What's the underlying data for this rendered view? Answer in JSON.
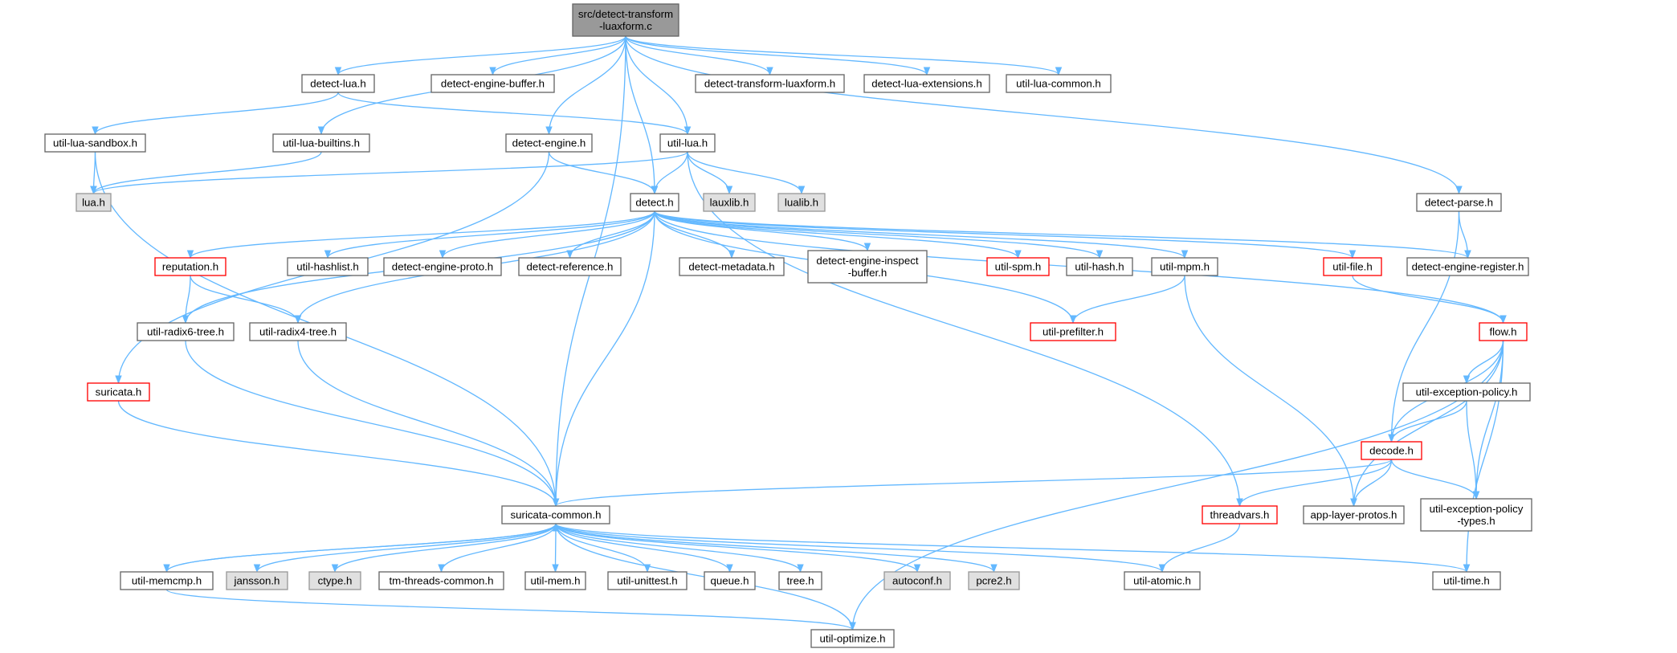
{
  "diagram": {
    "type": "include-dependency-graph",
    "colors": {
      "edge": "#63b8ff",
      "root_fill": "#999999",
      "normal_fill": "#ffffff",
      "normal_border": "#666666",
      "system_fill": "#e0e0e0",
      "system_border": "#999999",
      "truncated_border": "#ff0000"
    },
    "nodes": [
      {
        "id": "root",
        "lines": [
          "src/detect-transform",
          "-luaxform.c"
        ],
        "style": "root"
      },
      {
        "id": "detect_lua_h",
        "lines": [
          "detect-lua.h"
        ],
        "style": "normal"
      },
      {
        "id": "detect_engine_buffer_h",
        "lines": [
          "detect-engine-buffer.h"
        ],
        "style": "normal"
      },
      {
        "id": "detect_transform_luaxform_h",
        "lines": [
          "detect-transform-luaxform.h"
        ],
        "style": "normal"
      },
      {
        "id": "detect_lua_extensions_h",
        "lines": [
          "detect-lua-extensions.h"
        ],
        "style": "normal"
      },
      {
        "id": "util_lua_common_h",
        "lines": [
          "util-lua-common.h"
        ],
        "style": "normal"
      },
      {
        "id": "util_lua_sandbox_h",
        "lines": [
          "util-lua-sandbox.h"
        ],
        "style": "normal"
      },
      {
        "id": "util_lua_builtins_h",
        "lines": [
          "util-lua-builtins.h"
        ],
        "style": "normal"
      },
      {
        "id": "detect_engine_h",
        "lines": [
          "detect-engine.h"
        ],
        "style": "normal"
      },
      {
        "id": "util_lua_h",
        "lines": [
          "util-lua.h"
        ],
        "style": "normal"
      },
      {
        "id": "lua_h",
        "lines": [
          "lua.h"
        ],
        "style": "system"
      },
      {
        "id": "detect_h",
        "lines": [
          "detect.h"
        ],
        "style": "normal"
      },
      {
        "id": "lauxlib_h",
        "lines": [
          "lauxlib.h"
        ],
        "style": "system"
      },
      {
        "id": "lualib_h",
        "lines": [
          "lualib.h"
        ],
        "style": "system"
      },
      {
        "id": "detect_parse_h",
        "lines": [
          "detect-parse.h"
        ],
        "style": "normal"
      },
      {
        "id": "reputation_h",
        "lines": [
          "reputation.h"
        ],
        "style": "truncated"
      },
      {
        "id": "util_hashlist_h",
        "lines": [
          "util-hashlist.h"
        ],
        "style": "normal"
      },
      {
        "id": "detect_engine_proto_h",
        "lines": [
          "detect-engine-proto.h"
        ],
        "style": "normal"
      },
      {
        "id": "detect_reference_h",
        "lines": [
          "detect-reference.h"
        ],
        "style": "normal"
      },
      {
        "id": "detect_metadata_h",
        "lines": [
          "detect-metadata.h"
        ],
        "style": "normal"
      },
      {
        "id": "detect_engine_inspect_buffer_h",
        "lines": [
          "detect-engine-inspect",
          "-buffer.h"
        ],
        "style": "normal"
      },
      {
        "id": "util_spm_h",
        "lines": [
          "util-spm.h"
        ],
        "style": "truncated"
      },
      {
        "id": "util_hash_h",
        "lines": [
          "util-hash.h"
        ],
        "style": "normal"
      },
      {
        "id": "util_mpm_h",
        "lines": [
          "util-mpm.h"
        ],
        "style": "normal"
      },
      {
        "id": "util_file_h",
        "lines": [
          "util-file.h"
        ],
        "style": "truncated"
      },
      {
        "id": "detect_engine_register_h",
        "lines": [
          "detect-engine-register.h"
        ],
        "style": "normal"
      },
      {
        "id": "util_radix6_tree_h",
        "lines": [
          "util-radix6-tree.h"
        ],
        "style": "normal"
      },
      {
        "id": "util_radix4_tree_h",
        "lines": [
          "util-radix4-tree.h"
        ],
        "style": "normal"
      },
      {
        "id": "util_prefilter_h",
        "lines": [
          "util-prefilter.h"
        ],
        "style": "truncated"
      },
      {
        "id": "flow_h",
        "lines": [
          "flow.h"
        ],
        "style": "truncated"
      },
      {
        "id": "suricata_h",
        "lines": [
          "suricata.h"
        ],
        "style": "truncated"
      },
      {
        "id": "util_exception_policy_h",
        "lines": [
          "util-exception-policy.h"
        ],
        "style": "normal"
      },
      {
        "id": "decode_h",
        "lines": [
          "decode.h"
        ],
        "style": "truncated"
      },
      {
        "id": "suricata_common_h",
        "lines": [
          "suricata-common.h"
        ],
        "style": "normal"
      },
      {
        "id": "threadvars_h",
        "lines": [
          "threadvars.h"
        ],
        "style": "truncated"
      },
      {
        "id": "app_layer_protos_h",
        "lines": [
          "app-layer-protos.h"
        ],
        "style": "normal"
      },
      {
        "id": "util_exception_policy_types_h",
        "lines": [
          "util-exception-policy",
          "-types.h"
        ],
        "style": "normal"
      },
      {
        "id": "util_memcmp_h",
        "lines": [
          "util-memcmp.h"
        ],
        "style": "normal"
      },
      {
        "id": "jansson_h",
        "lines": [
          "jansson.h"
        ],
        "style": "system"
      },
      {
        "id": "ctype_h",
        "lines": [
          "ctype.h"
        ],
        "style": "system"
      },
      {
        "id": "tm_threads_common_h",
        "lines": [
          "tm-threads-common.h"
        ],
        "style": "normal"
      },
      {
        "id": "util_mem_h",
        "lines": [
          "util-mem.h"
        ],
        "style": "normal"
      },
      {
        "id": "util_unittest_h",
        "lines": [
          "util-unittest.h"
        ],
        "style": "normal"
      },
      {
        "id": "queue_h",
        "lines": [
          "queue.h"
        ],
        "style": "normal"
      },
      {
        "id": "tree_h",
        "lines": [
          "tree.h"
        ],
        "style": "normal"
      },
      {
        "id": "autoconf_h",
        "lines": [
          "autoconf.h"
        ],
        "style": "system"
      },
      {
        "id": "pcre2_h",
        "lines": [
          "pcre2.h"
        ],
        "style": "system"
      },
      {
        "id": "util_atomic_h",
        "lines": [
          "util-atomic.h"
        ],
        "style": "normal"
      },
      {
        "id": "util_time_h",
        "lines": [
          "util-time.h"
        ],
        "style": "normal"
      },
      {
        "id": "util_optimize_h",
        "lines": [
          "util-optimize.h"
        ],
        "style": "normal"
      }
    ],
    "edges": [
      [
        "root",
        "detect_lua_h"
      ],
      [
        "root",
        "detect_engine_buffer_h"
      ],
      [
        "root",
        "detect_transform_luaxform_h"
      ],
      [
        "root",
        "detect_lua_extensions_h"
      ],
      [
        "root",
        "util_lua_common_h"
      ],
      [
        "root",
        "util_lua_builtins_h"
      ],
      [
        "root",
        "detect_engine_h"
      ],
      [
        "root",
        "util_lua_h"
      ],
      [
        "root",
        "detect_h"
      ],
      [
        "root",
        "detect_parse_h"
      ],
      [
        "root",
        "suricata_common_h"
      ],
      [
        "detect_lua_h",
        "util_lua_sandbox_h"
      ],
      [
        "detect_lua_h",
        "util_lua_h"
      ],
      [
        "util_lua_sandbox_h",
        "lua_h"
      ],
      [
        "util_lua_sandbox_h",
        "suricata_common_h"
      ],
      [
        "util_lua_builtins_h",
        "lua_h"
      ],
      [
        "detect_engine_h",
        "detect_h"
      ],
      [
        "detect_engine_h",
        "suricata_h"
      ],
      [
        "util_lua_h",
        "lua_h"
      ],
      [
        "util_lua_h",
        "detect_h"
      ],
      [
        "util_lua_h",
        "lauxlib_h"
      ],
      [
        "util_lua_h",
        "lualib_h"
      ],
      [
        "util_lua_h",
        "threadvars_h"
      ],
      [
        "detect_parse_h",
        "detect_engine_register_h"
      ],
      [
        "detect_parse_h",
        "decode_h"
      ],
      [
        "detect_h",
        "reputation_h"
      ],
      [
        "detect_h",
        "util_hashlist_h"
      ],
      [
        "detect_h",
        "detect_engine_proto_h"
      ],
      [
        "detect_h",
        "detect_reference_h"
      ],
      [
        "detect_h",
        "detect_metadata_h"
      ],
      [
        "detect_h",
        "detect_engine_inspect_buffer_h"
      ],
      [
        "detect_h",
        "util_spm_h"
      ],
      [
        "detect_h",
        "util_hash_h"
      ],
      [
        "detect_h",
        "util_mpm_h"
      ],
      [
        "detect_h",
        "util_file_h"
      ],
      [
        "detect_h",
        "detect_engine_register_h"
      ],
      [
        "detect_h",
        "util_radix6_tree_h"
      ],
      [
        "detect_h",
        "util_radix4_tree_h"
      ],
      [
        "detect_h",
        "util_prefilter_h"
      ],
      [
        "detect_h",
        "flow_h"
      ],
      [
        "detect_h",
        "suricata_common_h"
      ],
      [
        "reputation_h",
        "util_radix6_tree_h"
      ],
      [
        "reputation_h",
        "util_radix4_tree_h"
      ],
      [
        "util_mpm_h",
        "util_prefilter_h"
      ],
      [
        "util_mpm_h",
        "app_layer_protos_h"
      ],
      [
        "util_file_h",
        "flow_h"
      ],
      [
        "util_radix6_tree_h",
        "suricata_common_h"
      ],
      [
        "util_radix4_tree_h",
        "suricata_common_h"
      ],
      [
        "suricata_h",
        "suricata_common_h"
      ],
      [
        "flow_h",
        "util_exception_policy_h"
      ],
      [
        "flow_h",
        "decode_h"
      ],
      [
        "flow_h",
        "app_layer_protos_h"
      ],
      [
        "flow_h",
        "util_exception_policy_types_h"
      ],
      [
        "flow_h",
        "util_time_h"
      ],
      [
        "flow_h",
        "util_optimize_h"
      ],
      [
        "util_exception_policy_h",
        "decode_h"
      ],
      [
        "util_exception_policy_h",
        "util_exception_policy_types_h"
      ],
      [
        "decode_h",
        "suricata_common_h"
      ],
      [
        "decode_h",
        "threadvars_h"
      ],
      [
        "decode_h",
        "app_layer_protos_h"
      ],
      [
        "decode_h",
        "util_exception_policy_types_h"
      ],
      [
        "threadvars_h",
        "util_atomic_h"
      ],
      [
        "suricata_common_h",
        "util_memcmp_h"
      ],
      [
        "suricata_common_h",
        "jansson_h"
      ],
      [
        "suricata_common_h",
        "ctype_h"
      ],
      [
        "suricata_common_h",
        "tm_threads_common_h"
      ],
      [
        "suricata_common_h",
        "util_mem_h"
      ],
      [
        "suricata_common_h",
        "util_unittest_h"
      ],
      [
        "suricata_common_h",
        "queue_h"
      ],
      [
        "suricata_common_h",
        "tree_h"
      ],
      [
        "suricata_common_h",
        "autoconf_h"
      ],
      [
        "suricata_common_h",
        "pcre2_h"
      ],
      [
        "suricata_common_h",
        "util_atomic_h"
      ],
      [
        "suricata_common_h",
        "util_time_h"
      ],
      [
        "suricata_common_h",
        "util_optimize_h"
      ],
      [
        "util_memcmp_h",
        "suricata_common_h"
      ],
      [
        "util_memcmp_h",
        "util_optimize_h"
      ]
    ]
  }
}
